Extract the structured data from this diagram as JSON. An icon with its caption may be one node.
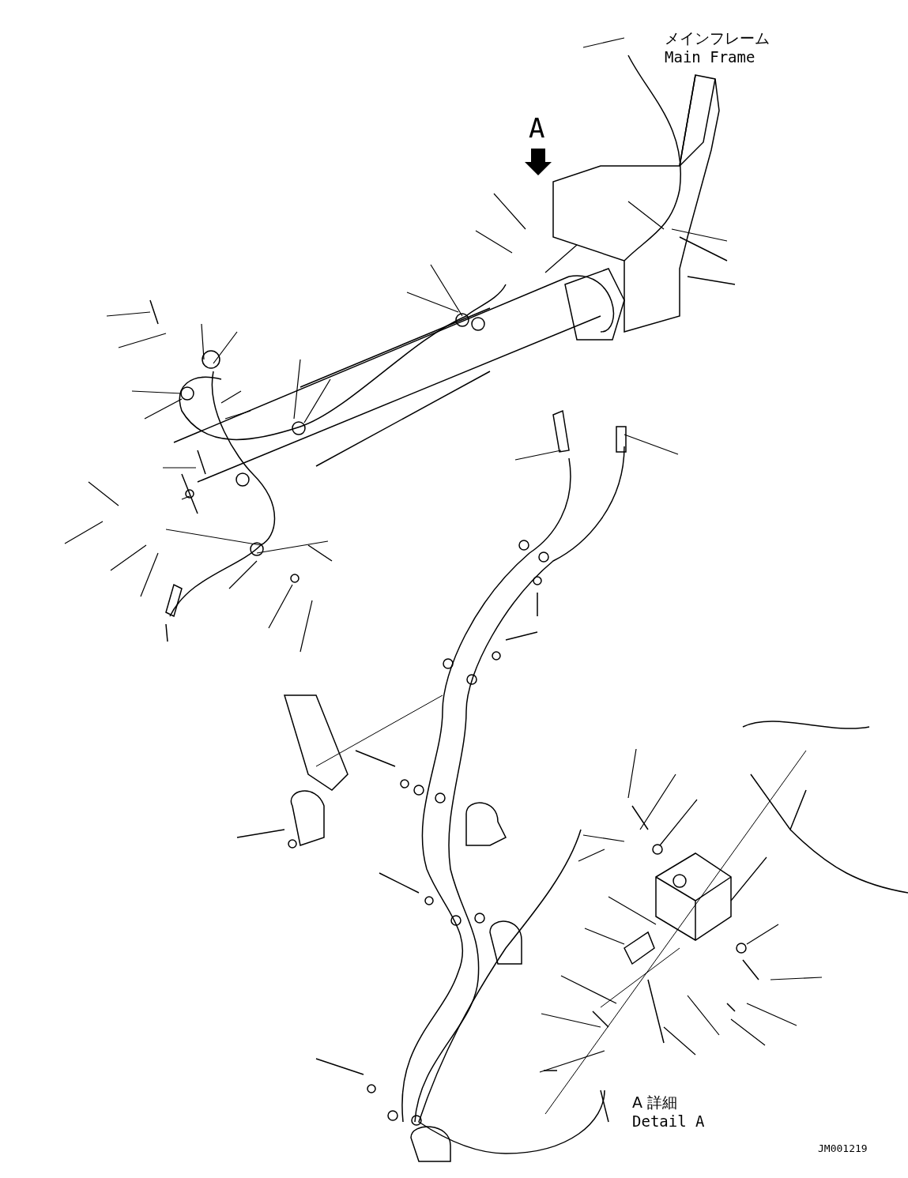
{
  "diagram": {
    "labels": [
      "メインフレーム",
      "Main Frame",
      "A",
      "A 詳細",
      "Detail A",
      "JM001219"
    ]
  }
}
